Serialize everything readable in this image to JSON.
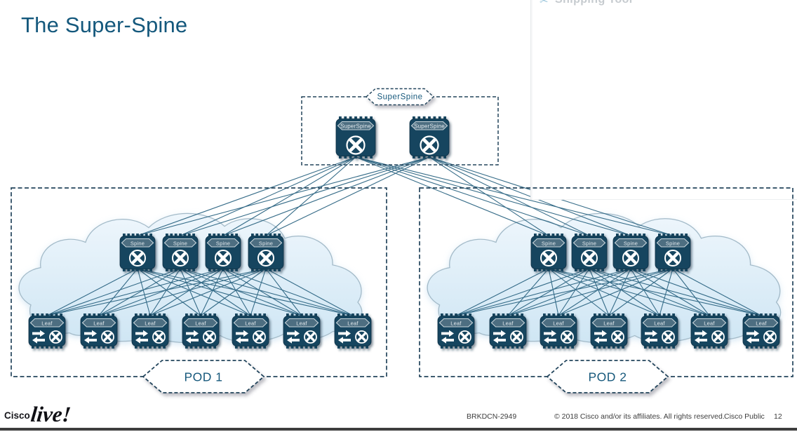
{
  "slide": {
    "title": "The Super-Spine"
  },
  "overlay_window": {
    "title_fragment": "Snipping Tool",
    "scissors_icon": "✂"
  },
  "diagram": {
    "superspine_group_label": "SuperSpine",
    "superspine_switch_label": "SuperSpine",
    "superspine_switch_count": 2,
    "spine_switch_label": "Spine",
    "leaf_switch_label": "Leaf",
    "pods": [
      {
        "label": "POD 1",
        "spine_count": 4,
        "leaf_count": 7
      },
      {
        "label": "POD 2",
        "spine_count": 4,
        "leaf_count": 7
      }
    ]
  },
  "footer": {
    "logo_cisco": "Cisco",
    "logo_live": "live!",
    "session_id": "BRKDCN-2949",
    "copyright": "© 2018  Cisco and/or its affiliates. All rights reserved.",
    "classification": "Cisco Public",
    "page_number": "12"
  },
  "colors": {
    "title_text": "#14587c",
    "switch_body": "#16455e",
    "switch_banner": "#4d6e81",
    "cloud_fill_top": "#eef6fc",
    "cloud_fill_bottom": "#cfe6f4",
    "cloud_stroke": "#a3bac8",
    "link_line": "#27617f",
    "dashed_border": "#24455c",
    "pod_label_text": "#17597c"
  }
}
